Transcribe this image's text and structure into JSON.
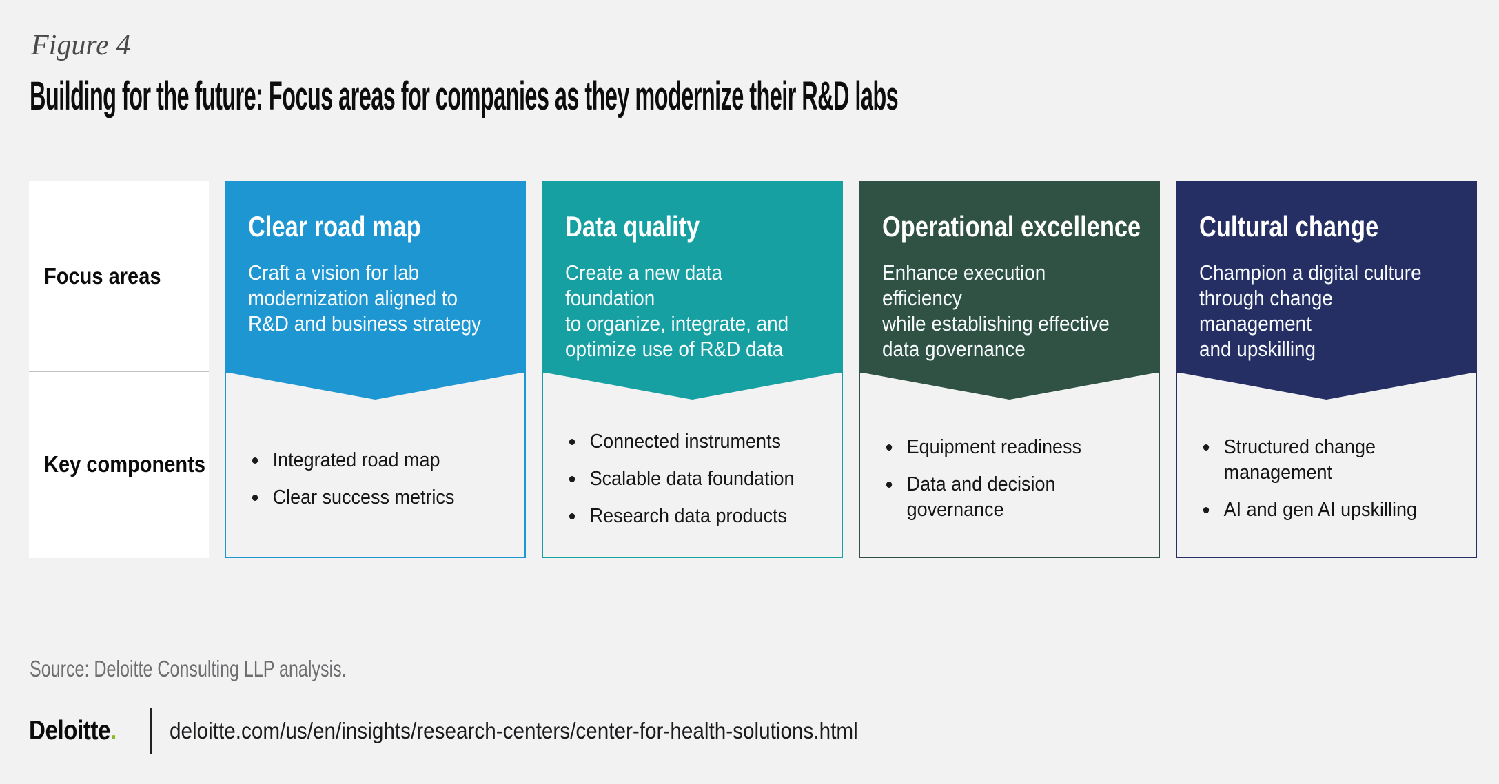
{
  "figure_label": "Figure 4",
  "title": "Building for the future: Focus areas for companies as they modernize their R&D labs",
  "row_labels": {
    "focus_areas": "Focus areas",
    "key_components": "Key components"
  },
  "palette": {
    "blue": "#1e96d2",
    "teal": "#17a0a2",
    "green": "#2f5245",
    "navy": "#252f64",
    "page_background": "#f2f2f3",
    "logo_green": "#86bc25"
  },
  "columns": [
    {
      "accent": "blue",
      "title": "Clear road map",
      "description": "Craft a vision for lab\nmodernization aligned to\nR&D and business strategy",
      "bullets": [
        "Integrated road map",
        "Clear success metrics"
      ]
    },
    {
      "accent": "teal",
      "title": "Data quality",
      "description": "Create a new data foundation\nto organize, integrate, and\noptimize use of R&D data",
      "bullets": [
        "Connected instruments",
        "Scalable data foundation",
        "Research data products"
      ]
    },
    {
      "accent": "green",
      "title": "Operational excellence",
      "description": "Enhance execution efficiency\nwhile establishing effective\ndata governance",
      "bullets": [
        "Equipment readiness",
        "Data and decision governance"
      ]
    },
    {
      "accent": "navy",
      "title": "Cultural change",
      "description": "Champion a digital culture\nthrough change management\nand upskilling",
      "bullets": [
        "Structured change management",
        "AI and gen AI upskilling"
      ]
    }
  ],
  "footer": {
    "source": "Source: Deloitte Consulting LLP analysis.",
    "logo_text": "Deloitte",
    "logo_dot": ".",
    "url": "deloitte.com/us/en/insights/research-centers/center-for-health-solutions.html"
  }
}
